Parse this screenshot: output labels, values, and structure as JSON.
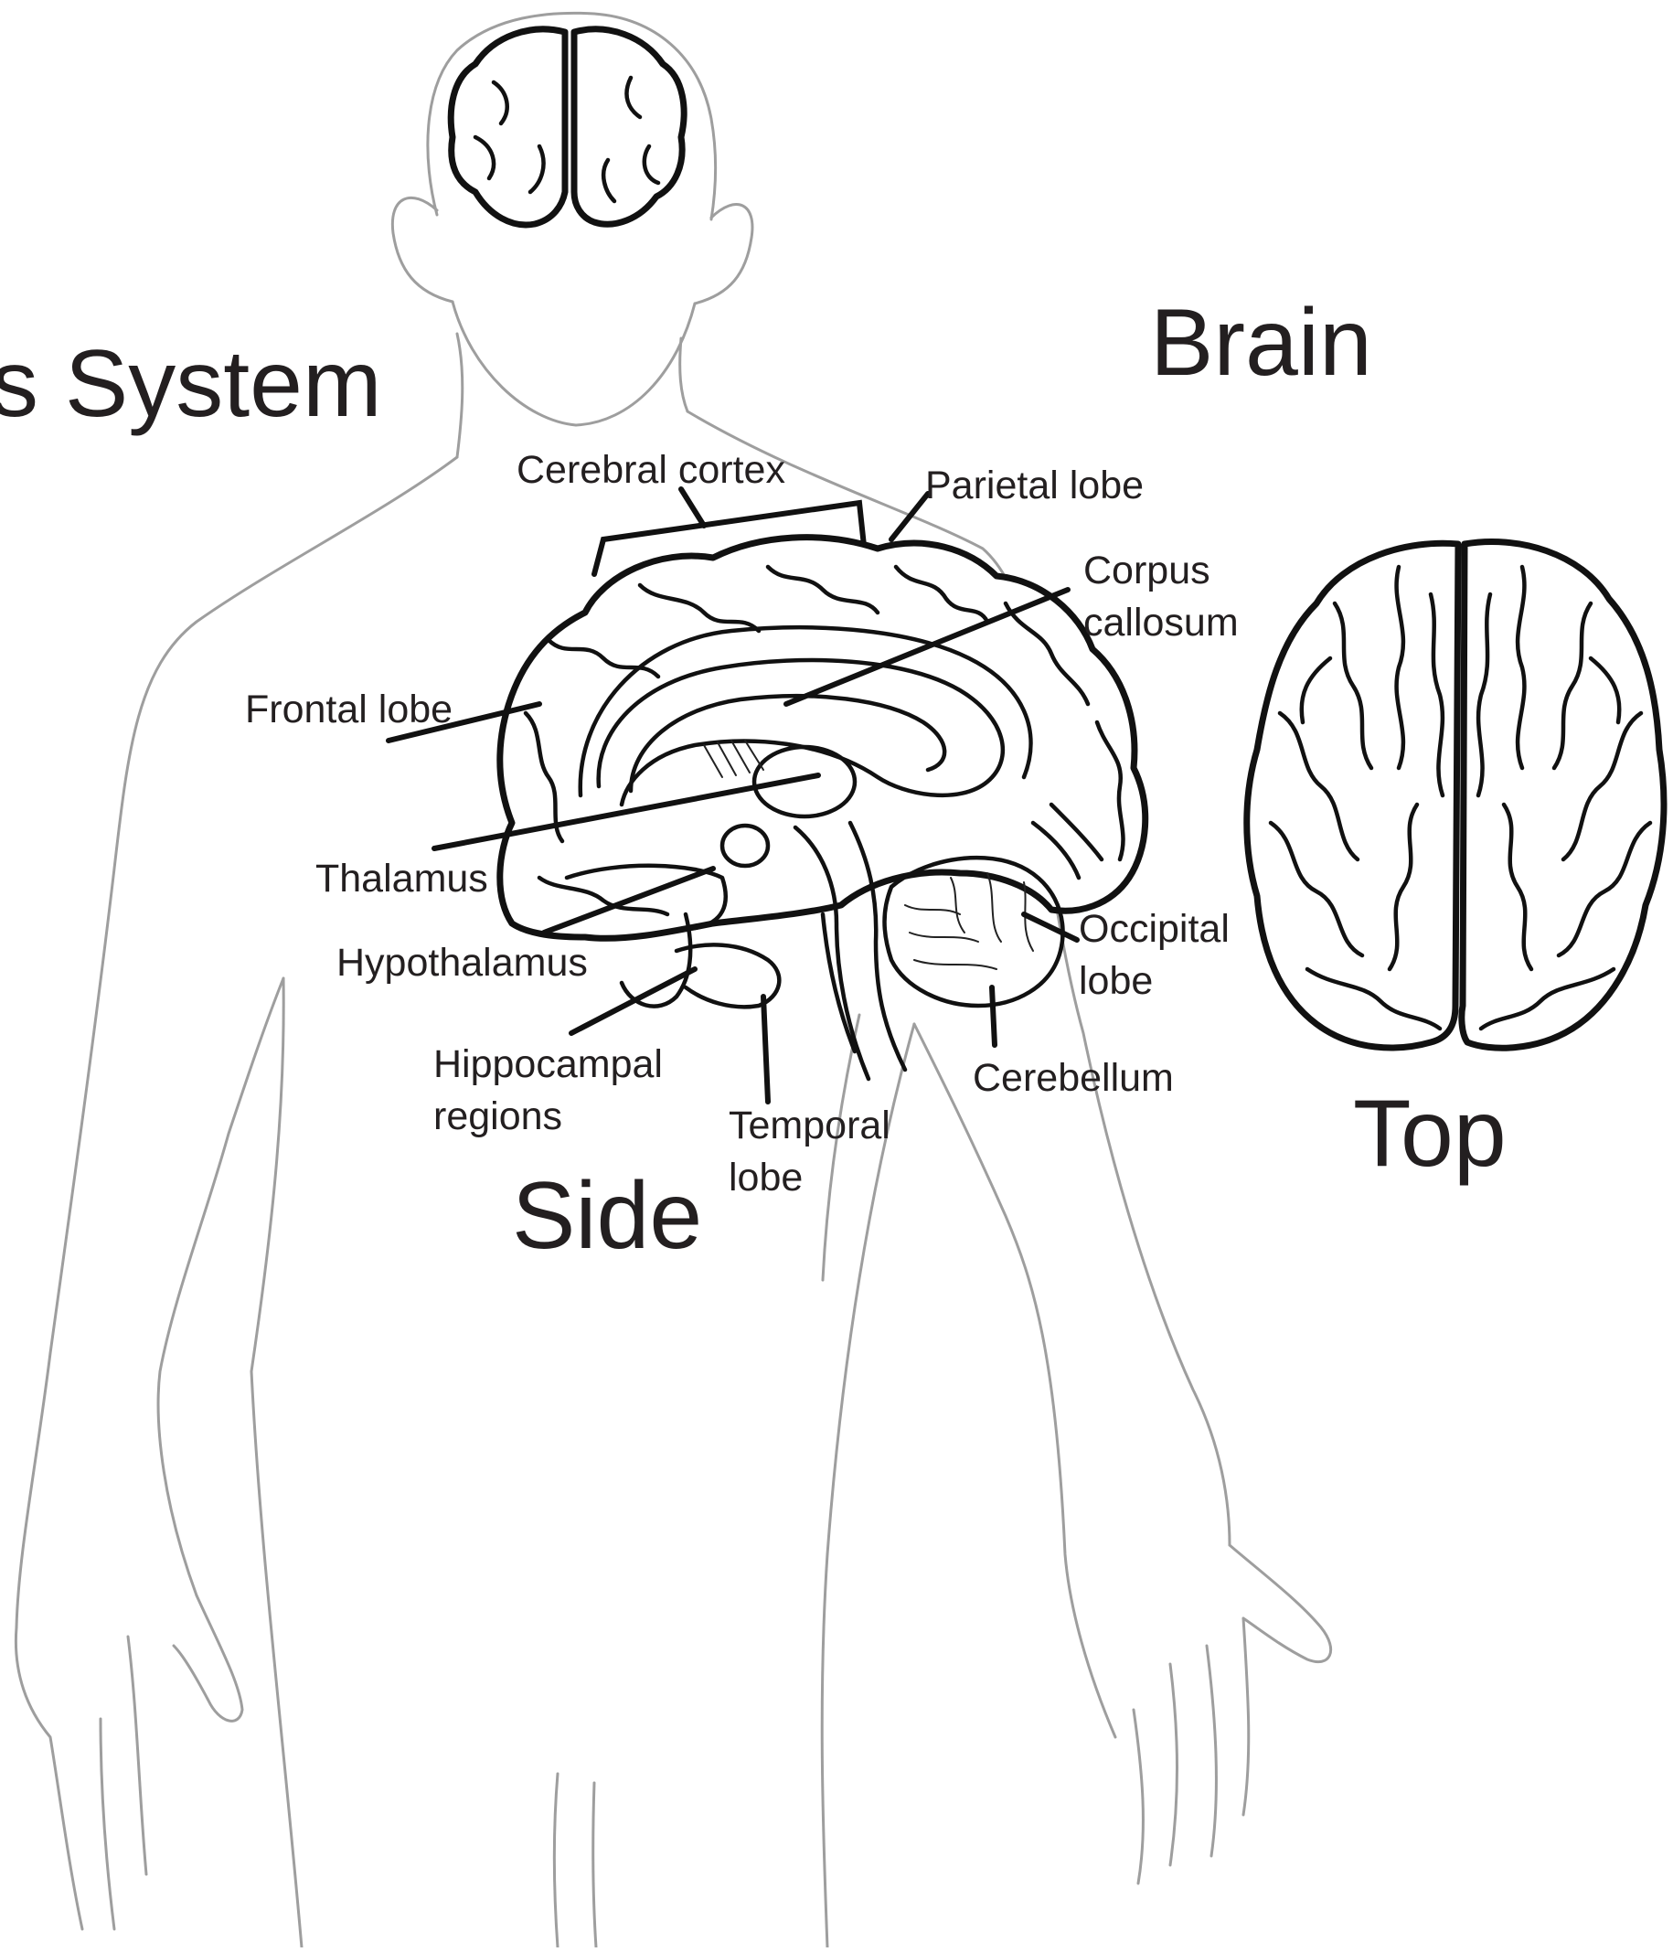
{
  "titles": {
    "system": "s System",
    "brain": "Brain",
    "side": "Side",
    "top": "Top"
  },
  "labels": {
    "cerebral_cortex": "Cerebral cortex",
    "parietal_lobe": "Parietal lobe",
    "corpus_callosum_1": "Corpus",
    "corpus_callosum_2": "callosum",
    "frontal_lobe": "Frontal lobe",
    "thalamus": "Thalamus",
    "hypothalamus": "Hypothalamus",
    "hippocampal_1": "Hippocampal",
    "hippocampal_2": "regions",
    "temporal_1": "Temporal",
    "temporal_2": "lobe",
    "occipital_1": "Occipital",
    "occipital_2": "lobe",
    "cerebellum": "Cerebellum"
  },
  "colors": {
    "text": "#231f20",
    "body_outline": "#9e9e9e",
    "brain_line": "#111111"
  }
}
